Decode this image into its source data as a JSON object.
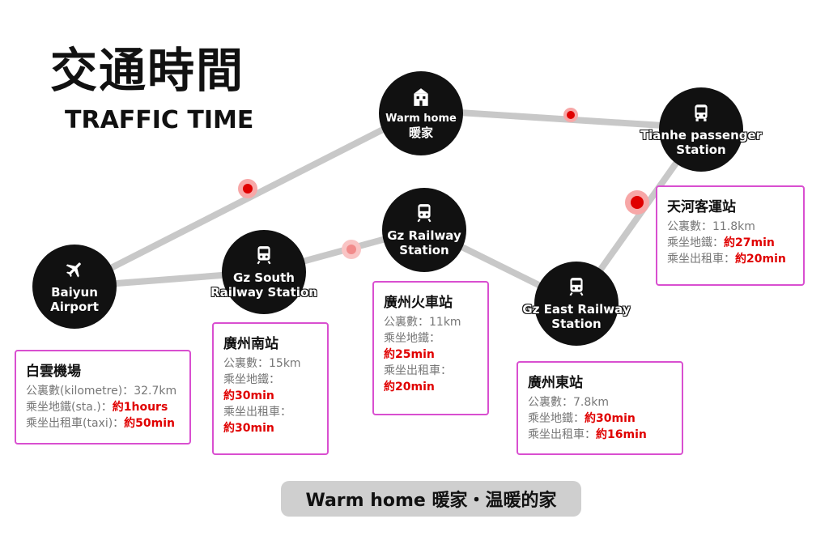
{
  "title": {
    "zh": "交通時間",
    "en": "TRAFFIC TIME"
  },
  "colors": {
    "line": "#c8c8c8",
    "node": "#111111",
    "accent": "#e00000",
    "card_border": "#d94fd0",
    "footer_bg": "#cfcfcf"
  },
  "nodes": {
    "airport": {
      "label_lines": [
        "Baiyun",
        "Airport"
      ],
      "icon": "airplane-icon"
    },
    "warm_home": {
      "label_lines": [
        "Warm home",
        "暖家"
      ],
      "icon": "building-icon"
    },
    "tianhe": {
      "label_lines": [
        "Tianhe passenger",
        "Station"
      ],
      "icon": "bus-icon"
    },
    "gz_south": {
      "label_lines": [
        "Gz South",
        "Railway Station"
      ],
      "icon": "train-icon"
    },
    "gz_railway": {
      "label_lines": [
        "Gz Railway",
        "Station"
      ],
      "icon": "train-icon"
    },
    "gz_east": {
      "label_lines": [
        "Gz East Railway",
        "Station"
      ],
      "icon": "train-icon"
    }
  },
  "cards": {
    "airport": {
      "name": "白雲機場",
      "distance_label": "公裏數(kilometre)：",
      "distance": "32.7km",
      "metro_label": "乘坐地鐵(sta.)：",
      "metro": "約1hours",
      "taxi_label": "乘坐出租車(taxi)：",
      "taxi": "約50min"
    },
    "gz_south": {
      "name": "廣州南站",
      "distance_label": "公裏數：",
      "distance": "15km",
      "metro_label": "乘坐地鐵：",
      "metro": "約30min",
      "taxi_label": "乘坐出租車：",
      "taxi": "約30min"
    },
    "gz_railway": {
      "name": "廣州火車站",
      "distance_label": "公裏數：",
      "distance": "11km",
      "metro_label": "乘坐地鐵：",
      "metro": "約25min",
      "taxi_label": "乘坐出租車：",
      "taxi": "約20min"
    },
    "gz_east": {
      "name": "廣州東站",
      "distance_label": "公裏數：",
      "distance": "7.8km",
      "metro_label": "乘坐地鐵：",
      "metro": "約30min",
      "taxi_label": "乘坐出租車：",
      "taxi": "約16min"
    },
    "tianhe": {
      "name": "天河客運站",
      "distance_label": "公裏數：",
      "distance": "11.8km",
      "metro_label": "乘坐地鐵：",
      "metro": "約27min",
      "taxi_label": "乘坐出租車：",
      "taxi": "約20min"
    }
  },
  "footer": {
    "text": "Warm home 暖家・温暖的家"
  }
}
